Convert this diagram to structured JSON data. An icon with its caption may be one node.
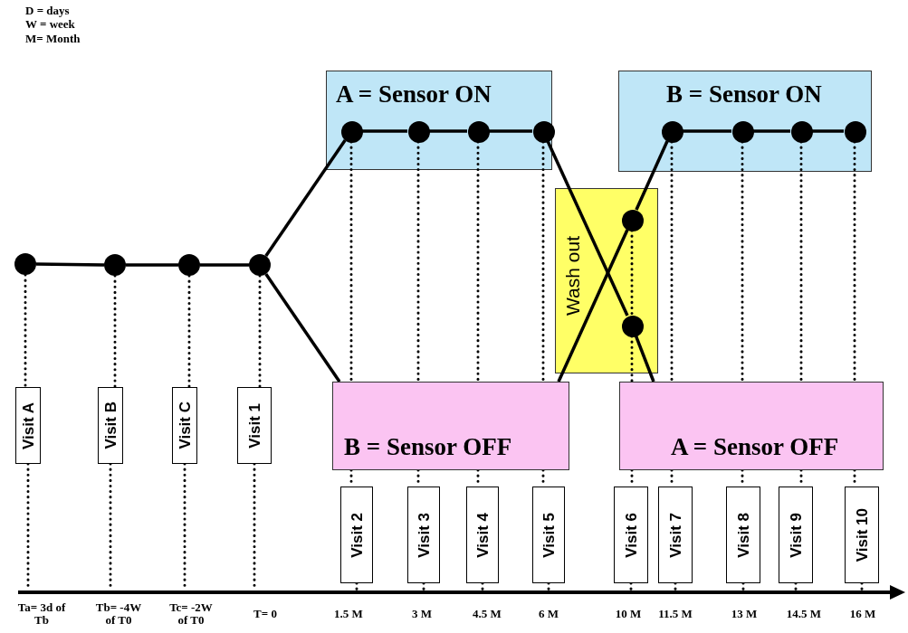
{
  "diagram": {
    "nodes": [
      {
        "text": [
          "A = Sensor ON"
        ]
      },
      {
        "text": [
          "B = Sensor ON"
        ]
      },
      {
        "text": [
          "Wash out"
        ]
      },
      {
        "text": [
          "B = Sensor OFF"
        ]
      },
      {
        "text": [
          "A = Sensor OFF"
        ]
      },
      {
        "text": [],
        "shape": "circle"
      },
      {
        "text": [],
        "shape": "circle"
      },
      {
        "text": [],
        "shape": "circle"
      },
      {
        "text": [],
        "shape": "circle"
      },
      {
        "text": [],
        "shape": "circle",
        "in": 0
      },
      {
        "text": [],
        "shape": "circle",
        "in": 0
      },
      {
        "text": [],
        "shape": "circle",
        "in": 0
      },
      {
        "text": [],
        "shape": "circle",
        "in": 0
      },
      {
        "text": [],
        "shape": "circle",
        "in": 1
      },
      {
        "text": [],
        "shape": "circle",
        "in": 1
      },
      {
        "text": [],
        "shape": "circle",
        "in": 1
      },
      {
        "text": [],
        "shape": "circle",
        "in": 1
      },
      {
        "text": [],
        "shape": "circle",
        "in": 2
      },
      {
        "text": [],
        "shape": "circle",
        "in": 2
      },
      {
        "text": [
          "Visit A"
        ]
      },
      {
        "text": [
          "Visit B"
        ]
      },
      {
        "text": [
          "Visit C"
        ]
      },
      {
        "text": [
          "Visit 1"
        ]
      },
      {
        "text": [
          "Visit 2"
        ]
      },
      {
        "text": [
          "Visit 3"
        ]
      },
      {
        "text": [
          "Visit 4"
        ]
      },
      {
        "text": [
          "Visit 5"
        ]
      },
      {
        "text": [
          "Visit 6"
        ]
      },
      {
        "text": [
          "Visit 7"
        ]
      },
      {
        "text": [
          "Visit 8"
        ]
      },
      {
        "text": [
          "Visit 9"
        ]
      },
      {
        "text": [
          "Visit 10"
        ]
      }
    ],
    "edges": [
      {
        "from": 5,
        "to": 6,
        "arrow": "none"
      },
      {
        "from": 6,
        "to": 7,
        "arrow": "none"
      },
      {
        "from": 7,
        "to": 8,
        "arrow": "none"
      },
      {
        "from": 8,
        "to": 9,
        "arrow": "none"
      },
      {
        "from": 9,
        "to": 10,
        "arrow": "none"
      },
      {
        "from": 10,
        "to": 11,
        "arrow": "none"
      },
      {
        "from": 11,
        "to": 12,
        "arrow": "none"
      },
      {
        "from": 12,
        "to": 18,
        "arrow": "none"
      },
      {
        "from": 18,
        "to": 4,
        "arrow": "none"
      },
      {
        "from": 8,
        "to": 3,
        "arrow": "none"
      },
      {
        "from": 3,
        "to": 17,
        "arrow": "none"
      },
      {
        "from": 17,
        "to": 13,
        "arrow": "none"
      },
      {
        "from": 13,
        "to": 14,
        "arrow": "none"
      },
      {
        "from": 14,
        "to": 15,
        "arrow": "none"
      },
      {
        "from": 15,
        "to": 16,
        "arrow": "none"
      },
      {
        "from": 5,
        "to": 19,
        "arrow": "none",
        "style": "dashed"
      },
      {
        "from": 6,
        "to": 20,
        "arrow": "none",
        "style": "dashed"
      },
      {
        "from": 7,
        "to": 21,
        "arrow": "none",
        "style": "dashed"
      },
      {
        "from": 8,
        "to": 22,
        "arrow": "none",
        "style": "dashed"
      },
      {
        "from": 9,
        "to": 3,
        "arrow": "none",
        "style": "dashed"
      },
      {
        "from": 10,
        "to": 3,
        "arrow": "none",
        "style": "dashed"
      },
      {
        "from": 11,
        "to": 3,
        "arrow": "none",
        "style": "dashed"
      },
      {
        "from": 12,
        "to": 3,
        "arrow": "none",
        "style": "dashed"
      },
      {
        "from": 3,
        "to": 23,
        "arrow": "none",
        "style": "dashed"
      },
      {
        "from": 3,
        "to": 24,
        "arrow": "none",
        "style": "dashed"
      },
      {
        "from": 3,
        "to": 25,
        "arrow": "none",
        "style": "dashed"
      },
      {
        "from": 3,
        "to": 26,
        "arrow": "none",
        "style": "dashed"
      },
      {
        "from": 17,
        "to": 18,
        "arrow": "none",
        "style": "dashed"
      },
      {
        "from": 18,
        "to": 4,
        "arrow": "none",
        "style": "dashed"
      },
      {
        "from": 13,
        "to": 4,
        "arrow": "none",
        "style": "dashed"
      },
      {
        "from": 14,
        "to": 4,
        "arrow": "none",
        "style": "dashed"
      },
      {
        "from": 15,
        "to": 4,
        "arrow": "none",
        "style": "dashed"
      },
      {
        "from": 16,
        "to": 4,
        "arrow": "none",
        "style": "dashed"
      },
      {
        "from": 4,
        "to": 27,
        "arrow": "none",
        "style": "dashed"
      },
      {
        "from": 4,
        "to": 28,
        "arrow": "none",
        "style": "dashed"
      },
      {
        "from": 4,
        "to": 29,
        "arrow": "none",
        "style": "dashed"
      },
      {
        "from": 4,
        "to": 30,
        "arrow": "none",
        "style": "dashed"
      },
      {
        "from": 4,
        "to": 31,
        "arrow": "none",
        "style": "dashed"
      },
      {
        "from": 19,
        "to": null,
        "arrow": "none",
        "style": "dashed"
      },
      {
        "from": 20,
        "to": null,
        "arrow": "none",
        "style": "dashed"
      },
      {
        "from": 21,
        "to": null,
        "arrow": "none",
        "style": "dashed"
      },
      {
        "from": 22,
        "to": null,
        "arrow": "none",
        "style": "dashed"
      },
      {
        "from": 23,
        "to": null,
        "arrow": "none",
        "style": "dashed"
      },
      {
        "from": 24,
        "to": null,
        "arrow": "none",
        "style": "dashed"
      },
      {
        "from": 25,
        "to": null,
        "arrow": "none",
        "style": "dashed"
      },
      {
        "from": 26,
        "to": null,
        "arrow": "none",
        "style": "dashed"
      },
      {
        "from": 27,
        "to": null,
        "arrow": "none",
        "style": "dashed"
      },
      {
        "from": 28,
        "to": null,
        "arrow": "none",
        "style": "dashed"
      },
      {
        "from": 29,
        "to": null,
        "arrow": "none",
        "style": "dashed"
      },
      {
        "from": 30,
        "to": null,
        "arrow": "none",
        "style": "dashed"
      },
      {
        "from": 31,
        "to": null,
        "arrow": "none",
        "style": "dashed"
      }
    ],
    "labels": [
      "D = days",
      "W = week",
      "M= Month",
      "Ta= 3d of Tb",
      "Tb= -4W of T0",
      "Tc= -2W of T0",
      "T= 0",
      "1.5 M",
      "3 M",
      "4.5 M",
      "6 M",
      "10 M",
      "11.5 M",
      "13 M",
      "14.5 M",
      "16 M"
    ]
  }
}
